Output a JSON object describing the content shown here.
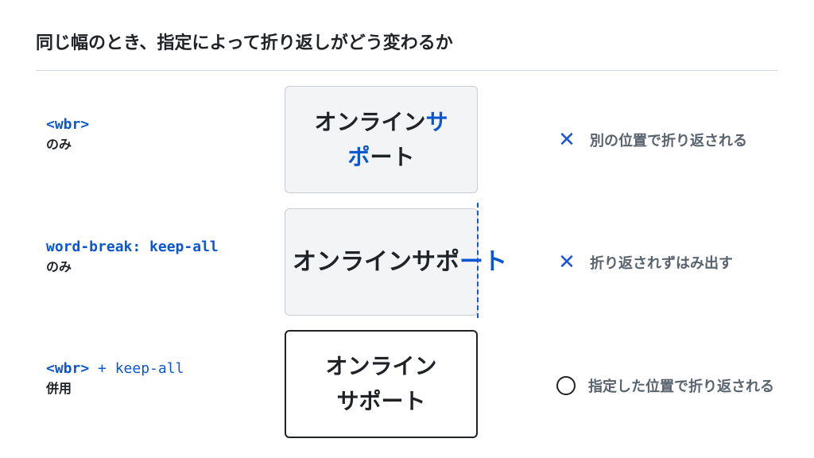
{
  "title": "同じ幅のとき、指定によって折り返しがどう変わるか",
  "rows": [
    {
      "code_main": "<wbr>",
      "code_extra": "",
      "sub": "のみ",
      "box_lines": [
        {
          "normal": "オンライン",
          "highlight": "サ"
        },
        {
          "normal": "ート",
          "highlight": "ポ"
        }
      ],
      "result_mark": "✕",
      "result_text": "別の位置で折り返される"
    },
    {
      "code_main": "word-break: keep-all",
      "code_extra": "",
      "sub": "のみ",
      "box_lines": [
        {
          "normal": "オンラインサポ",
          "highlight": "ート"
        }
      ],
      "result_mark": "✕",
      "result_text": "折り返されずはみ出す"
    },
    {
      "code_main": "<wbr>",
      "code_extra": " + keep-all",
      "sub": "併用",
      "box_lines": [
        {
          "normal": "オンライン"
        },
        {
          "normal": "サポート"
        }
      ],
      "result_mark": "○",
      "result_text": "指定した位置で折り返される"
    }
  ]
}
